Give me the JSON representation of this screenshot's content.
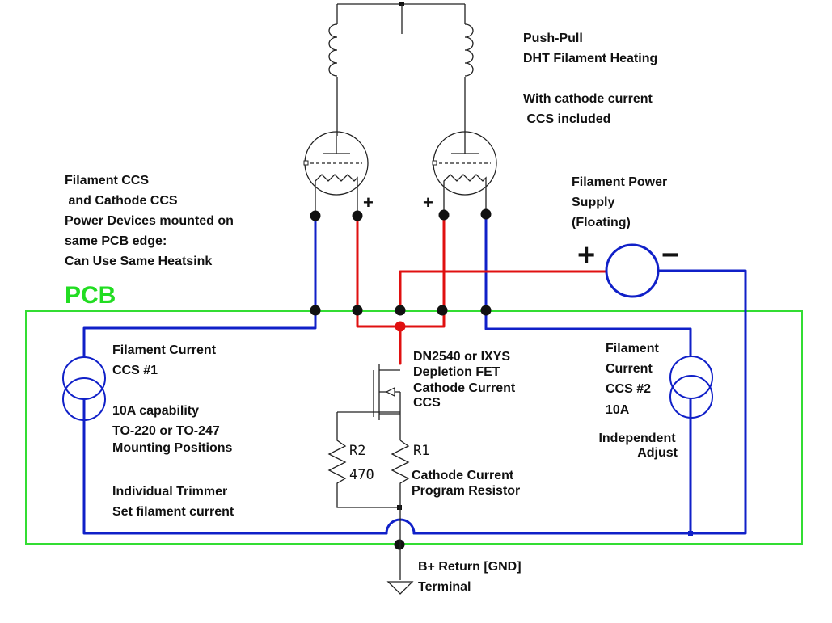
{
  "colors": {
    "pcb_outline": "#33dd33",
    "pcb_label": "#22dd22",
    "wire_blue": "#1020c8",
    "wire_red": "#e01010",
    "wire_black": "#222222",
    "node": "#111111"
  },
  "labels": {
    "push_pull": [
      "Push-Pull",
      "DHT Filament Heating"
    ],
    "ccs_included": [
      "With cathode current",
      " CCS included"
    ],
    "filament_ccs_note": [
      "Filament CCS",
      " and Cathode CCS",
      "Power Devices mounted on",
      "same PCB edge:",
      "Can Use Same Heatsink"
    ],
    "filament_power": [
      "Filament Power",
      "Supply",
      "(Floating)"
    ],
    "pcb": "PCB",
    "ccs1": [
      "Filament Current",
      "CCS #1"
    ],
    "ccs1_specs": [
      "10A capability",
      "TO-220 or TO-247",
      "Mounting Positions"
    ],
    "ccs1_trim": [
      "Individual Trimmer",
      "Set filament current"
    ],
    "fet": [
      "DN2540 or IXYS",
      "Depletion FET",
      "Cathode Current",
      "CCS"
    ],
    "ccs2": [
      "Filament",
      "Current",
      "CCS #2",
      "10A"
    ],
    "ccs2_adjust": [
      "Independent",
      "Adjust"
    ],
    "r2_name": "R2",
    "r2_value": "470",
    "r1_name": "R1",
    "r1_label": [
      "Cathode Current",
      "Program Resistor"
    ],
    "ground": [
      "B+ Return [GND]",
      "Terminal"
    ],
    "plus": "+",
    "minus": "−"
  },
  "icons": [
    "transformer-winding-icon",
    "triode-tube-icon",
    "current-source-icon",
    "voltage-source-icon",
    "mosfet-icon",
    "resistor-icon",
    "ground-icon"
  ]
}
